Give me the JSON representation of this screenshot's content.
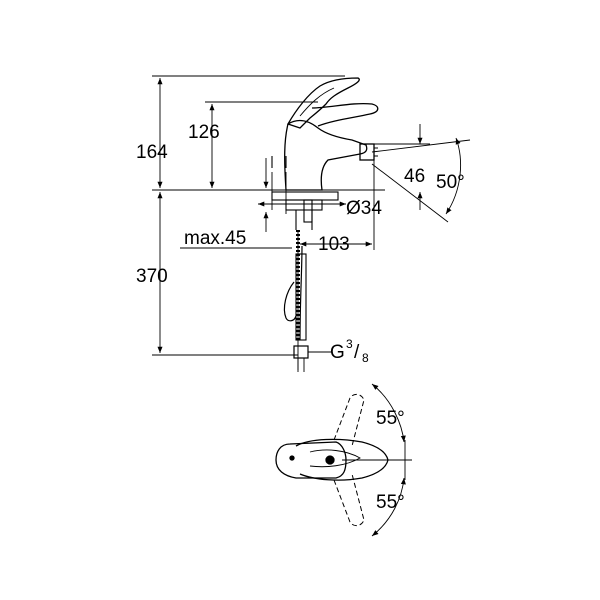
{
  "dimensions": {
    "height_total": "164",
    "height_spout": "126",
    "hose_length": "370",
    "spout_height_side": "46",
    "spout_angle": "50°",
    "hole_diameter": "Ø34",
    "max_deck": "max.45",
    "reach": "103",
    "thread_main": "G",
    "thread_sup": "3",
    "thread_slash": "/",
    "thread_sub": "8",
    "swivel_top": "55°",
    "swivel_bottom": "55°"
  },
  "colors": {
    "line": "#000000",
    "background": "#ffffff"
  }
}
